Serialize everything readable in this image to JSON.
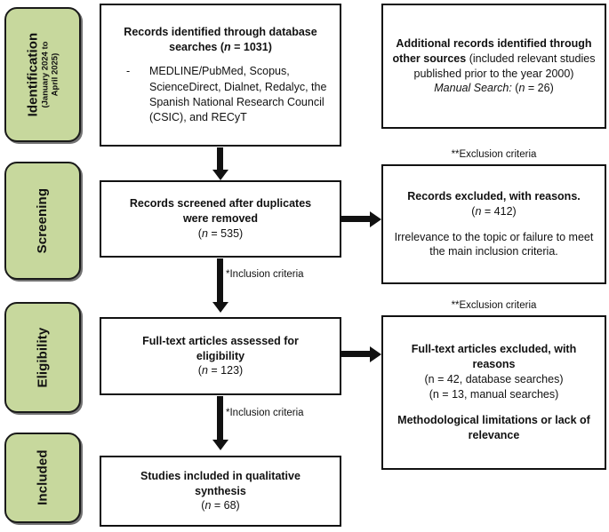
{
  "diagram": {
    "type": "prisma-flow-diagram",
    "accent_green": "#c7d89d",
    "line_color": "#111111",
    "background": "#ffffff"
  },
  "stages": [
    {
      "id": "identification",
      "title": "Identification",
      "subtitle": "(January 2024 to April 2025)"
    },
    {
      "id": "screening",
      "title": "Screening",
      "subtitle": ""
    },
    {
      "id": "eligibility",
      "title": "Eligibility",
      "subtitle": ""
    },
    {
      "id": "included",
      "title": "Included",
      "subtitle": ""
    }
  ],
  "boxes": {
    "database_searches": {
      "heading_line1": "Records identified through database",
      "heading_line2_pre": "searches (",
      "heading_line2_n": "n",
      "heading_line2_post": " = 1031)",
      "bullet_dash": "-",
      "bullet_text": "MEDLINE/PubMed, Scopus, ScienceDirect, Dialnet, Redalyc, the Spanish National Research Council (CSIC), and RECyT"
    },
    "other_sources": {
      "bold_part": "Additional records identified through other sources",
      "normal_part": " (included relevant studies published prior to the year 2000)",
      "manual_label": "Manual Search:",
      "manual_pre": " (",
      "manual_n": "n",
      "manual_post": " = 26)"
    },
    "records_screened": {
      "line1": "Records screened after duplicates",
      "line2": "were removed",
      "count_pre": "(",
      "count_n": "n",
      "count_post": " = 535)"
    },
    "records_excluded": {
      "heading": "Records excluded, with reasons.",
      "count_pre": "(",
      "count_n": "n",
      "count_post": " = 412)",
      "reason": "Irrelevance to the topic or failure to meet the main inclusion criteria."
    },
    "fulltext_assessed": {
      "line1": "Full-text articles assessed for",
      "line2": "eligibility",
      "count_pre": "(",
      "count_n": "n",
      "count_post": " = 123)"
    },
    "fulltext_excluded": {
      "heading_line1": "Full-text articles excluded, with",
      "heading_line2": "reasons",
      "count_database": "(n = 42, database searches)",
      "count_manual": "(n = 13, manual searches)",
      "reason": "Methodological limitations or lack of relevance"
    },
    "studies_included": {
      "line1": "Studies included in qualitative",
      "line2": "synthesis",
      "count_pre": "(",
      "count_n": "n",
      "count_post": " = 68)"
    }
  },
  "captions": {
    "exclusion_screening": "**Exclusion criteria",
    "exclusion_eligibility": "**Exclusion criteria"
  },
  "arrow_labels": {
    "inclusion_to_eligibility": "*Inclusion criteria",
    "inclusion_to_included": "*Inclusion criteria"
  }
}
